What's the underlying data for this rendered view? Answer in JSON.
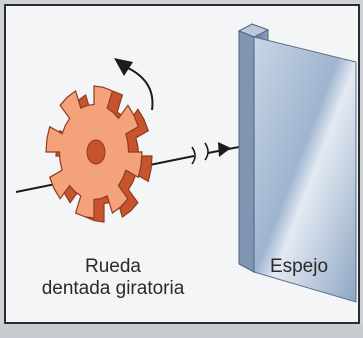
{
  "figure": {
    "wheel_label": [
      "Rueda",
      "dentada giratoria"
    ],
    "mirror_label": "Espejo",
    "colors": {
      "wheel_face": "#f4a27a",
      "wheel_side": "#c8542f",
      "wheel_edge": "#8f3b1f",
      "mirror_face": "#a6bbd4",
      "mirror_edge": "#6a7f9c",
      "light_beam": "#1c1c1c",
      "panel_background": "#f4f5f7",
      "page_background": "#cfd1d8"
    },
    "icons": [
      "rotation-arrow-icon",
      "beam-direction-arrow-icon",
      "beam-break-icon"
    ]
  }
}
